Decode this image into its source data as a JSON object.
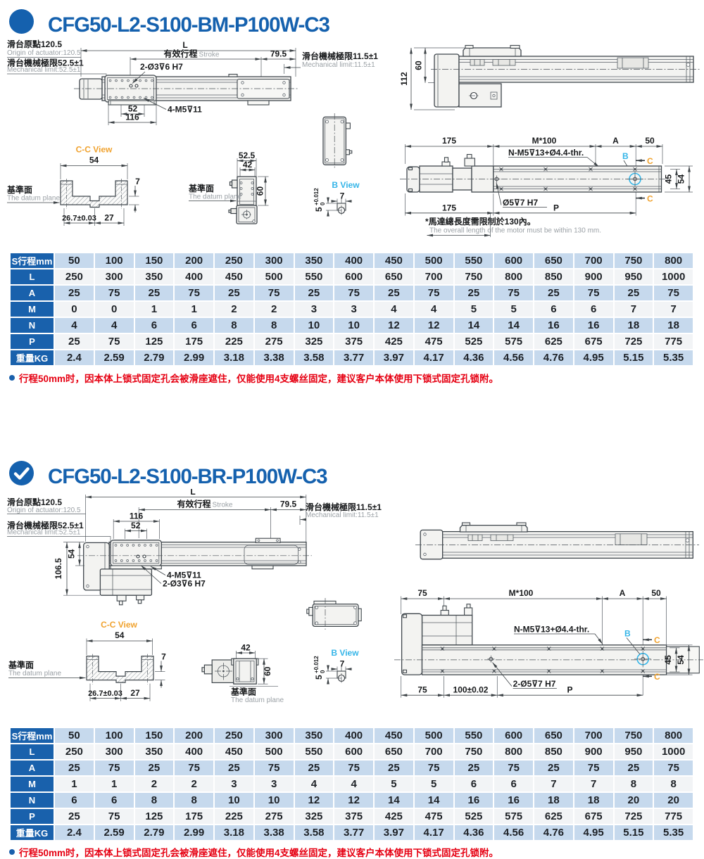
{
  "colors": {
    "accent_blue": "#1561ae",
    "table_header_blue": "#1961ac",
    "row_light_blue": "#c6d9ed",
    "row_white": "#f2f4f6",
    "note_red": "#e60012",
    "cc_orange": "#f0a22e",
    "bview_cyan": "#35b5e8"
  },
  "sections": [
    {
      "icon": "filled-circle-icon",
      "title": "CFG50-L2-S100-BM-P100W-C3",
      "drawing": {
        "origin_cn": "滑台原點120.5",
        "origin_en": "Origin of actuator:120.5",
        "mech_left_cn": "滑台機械極限52.5±1",
        "mech_left_en": "Mechanical limit:52.5±1",
        "mech_right_cn": "滑台機械極限11.5±1",
        "mech_right_en": "Mechanical limit:11.5±1",
        "L": "L",
        "stroke_cn": "有效行程",
        "stroke_en": "Stroke",
        "d795": "79.5",
        "holes_a": "2-Ø3⊽6 H7",
        "d52": "52",
        "d116": "116",
        "holes_b": "4-M5⊽11",
        "cc": {
          "title": "C-C View",
          "w": "54",
          "t": "7",
          "b1": "26.7±0.03",
          "b2": "27",
          "datum_cn": "基準面",
          "datum_en": "The datum plane"
        },
        "ev": {
          "w1": "52.5",
          "w2": "42",
          "h": "60",
          "datum_cn": "基準面",
          "datum_en": "The datum plane"
        },
        "bv": {
          "title": "B View",
          "w": "7",
          "tol_base": "5",
          "tol_up": "+0.012",
          "tol_dn": "0"
        },
        "re": {
          "h1": "112",
          "h2": "60"
        },
        "pv": {
          "s1": "175",
          "s2": "M*100",
          "s3": "A",
          "s4": "50",
          "holes": "N-M5⊽13+Ø4.4-thr.",
          "b": "B",
          "c": "C",
          "w1": "45",
          "w2": "54",
          "hole_c": "Ø5⊽7 H7",
          "p": "P",
          "s1b": "175",
          "note_cn": "*馬達總長度需限制於130內。",
          "note_en": "The overall length of the motor must be within 130 mm."
        }
      },
      "table": {
        "rows": [
          {
            "label": "S行程mm",
            "values": [
              "50",
              "100",
              "150",
              "200",
              "250",
              "300",
              "350",
              "400",
              "450",
              "500",
              "550",
              "600",
              "650",
              "700",
              "750",
              "800"
            ]
          },
          {
            "label": "L",
            "values": [
              "250",
              "300",
              "350",
              "400",
              "450",
              "500",
              "550",
              "600",
              "650",
              "700",
              "750",
              "800",
              "850",
              "900",
              "950",
              "1000"
            ]
          },
          {
            "label": "A",
            "values": [
              "25",
              "75",
              "25",
              "75",
              "25",
              "75",
              "25",
              "75",
              "25",
              "75",
              "25",
              "75",
              "25",
              "75",
              "25",
              "75"
            ]
          },
          {
            "label": "M",
            "values": [
              "0",
              "0",
              "1",
              "1",
              "2",
              "2",
              "3",
              "3",
              "4",
              "4",
              "5",
              "5",
              "6",
              "6",
              "7",
              "7"
            ]
          },
          {
            "label": "N",
            "values": [
              "4",
              "4",
              "6",
              "6",
              "8",
              "8",
              "10",
              "10",
              "12",
              "12",
              "14",
              "14",
              "16",
              "16",
              "18",
              "18"
            ]
          },
          {
            "label": "P",
            "values": [
              "25",
              "75",
              "125",
              "175",
              "225",
              "275",
              "325",
              "375",
              "425",
              "475",
              "525",
              "575",
              "625",
              "675",
              "725",
              "775"
            ]
          },
          {
            "label": "重量KG",
            "values": [
              "2.4",
              "2.59",
              "2.79",
              "2.99",
              "3.18",
              "3.38",
              "3.58",
              "3.77",
              "3.97",
              "4.17",
              "4.36",
              "4.56",
              "4.76",
              "4.95",
              "5.15",
              "5.35"
            ]
          }
        ]
      },
      "note": "行程50mm时，因本体上锁式固定孔会被滑座遮住，仅能使用4支螺丝固定，建议客户本体使用下锁式固定孔锁附。"
    },
    {
      "icon": "check-circle-icon",
      "title": "CFG50-L2-S100-BR-P100W-C3",
      "drawing": {
        "origin_cn": "滑台原點120.5",
        "origin_en": "Origin of actuator:120.5",
        "mech_left_cn": "滑台機械極限52.5±1",
        "mech_left_en": "Mechanical limit:52.5±1",
        "mech_right_cn": "滑台機械極限11.5±1",
        "mech_right_en": "Mechanical limit:11.5±1",
        "L": "L",
        "stroke_cn": "有效行程",
        "stroke_en": "Stroke",
        "d795": "79.5",
        "holes_a": "2-Ø3⊽6 H7",
        "d52": "52",
        "d116": "116",
        "holes_b": "4-M5⊽11",
        "d1065": "106.5",
        "d54": "54",
        "cc": {
          "title": "C-C View",
          "w": "54",
          "t": "7",
          "b1": "26.7±0.03",
          "b2": "27",
          "datum_cn": "基準面",
          "datum_en": "The datum plane"
        },
        "ev": {
          "w2": "42",
          "h": "60",
          "datum_cn": "基準面",
          "datum_en": "The datum plane"
        },
        "bv": {
          "title": "B View",
          "w": "7",
          "tol_base": "5",
          "tol_up": "+0.012",
          "tol_dn": "0"
        },
        "pv": {
          "s1": "75",
          "s2": "M*100",
          "s3": "A",
          "s4": "50",
          "holes": "N-M5⊽13+Ø4.4-thr.",
          "b": "B",
          "c": "C",
          "w1": "45",
          "w2": "54",
          "hole_c": "2-Ø5⊽7 H7",
          "p": "P",
          "s1b": "75",
          "s100": "100±0.02"
        }
      },
      "table": {
        "rows": [
          {
            "label": "S行程mm",
            "values": [
              "50",
              "100",
              "150",
              "200",
              "250",
              "300",
              "350",
              "400",
              "450",
              "500",
              "550",
              "600",
              "650",
              "700",
              "750",
              "800"
            ]
          },
          {
            "label": "L",
            "values": [
              "250",
              "300",
              "350",
              "400",
              "450",
              "500",
              "550",
              "600",
              "650",
              "700",
              "750",
              "800",
              "850",
              "900",
              "950",
              "1000"
            ]
          },
          {
            "label": "A",
            "values": [
              "25",
              "75",
              "25",
              "75",
              "25",
              "75",
              "25",
              "75",
              "25",
              "75",
              "25",
              "75",
              "25",
              "75",
              "25",
              "75"
            ]
          },
          {
            "label": "M",
            "values": [
              "1",
              "1",
              "2",
              "2",
              "3",
              "3",
              "4",
              "4",
              "5",
              "5",
              "6",
              "6",
              "7",
              "7",
              "8",
              "8"
            ]
          },
          {
            "label": "N",
            "values": [
              "6",
              "6",
              "8",
              "8",
              "10",
              "10",
              "12",
              "12",
              "14",
              "14",
              "16",
              "16",
              "18",
              "18",
              "20",
              "20"
            ]
          },
          {
            "label": "P",
            "values": [
              "25",
              "75",
              "125",
              "175",
              "225",
              "275",
              "325",
              "375",
              "425",
              "475",
              "525",
              "575",
              "625",
              "675",
              "725",
              "775"
            ]
          },
          {
            "label": "重量KG",
            "values": [
              "2.4",
              "2.59",
              "2.79",
              "2.99",
              "3.18",
              "3.38",
              "3.58",
              "3.77",
              "3.97",
              "4.17",
              "4.36",
              "4.56",
              "4.76",
              "4.95",
              "5.15",
              "5.35"
            ]
          }
        ]
      },
      "note": "行程50mm时，因本体上锁式固定孔会被滑座遮住，仅能使用4支螺丝固定，建议客户本体使用下锁式固定孔锁附。"
    }
  ]
}
